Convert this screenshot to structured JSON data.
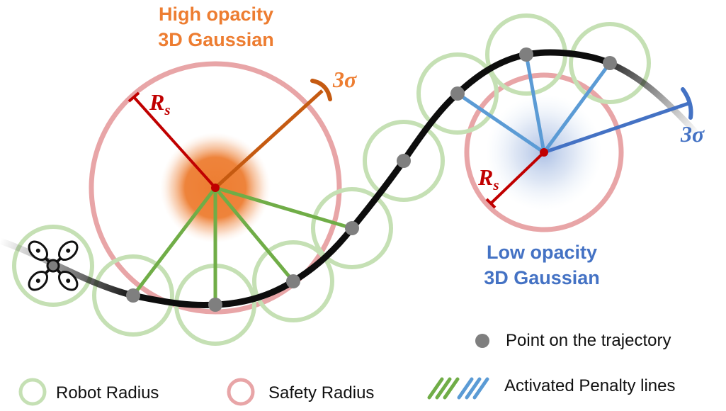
{
  "colors": {
    "orange": "#ED7D31",
    "orange_dark": "#C55A11",
    "blue": "#4472C4",
    "light_blue": "#5B9BD5",
    "robot_green": "#C5E0B4",
    "penalty_green": "#70AD47",
    "safety_pink": "#E8A5A7",
    "dark_red": "#C00000",
    "point_gray": "#7F7F7F",
    "trajectory": "#0D0D0D"
  },
  "high_gaussian": {
    "title_line1": "High opacity",
    "title_line2": "3D Gaussian",
    "radius_symbol": "R",
    "radius_subscript": "s",
    "sigma_label": "3σ"
  },
  "low_gaussian": {
    "title_line1": "Low opacity",
    "title_line2": "3D Gaussian",
    "radius_symbol": "R",
    "radius_subscript": "s",
    "sigma_label": "3σ"
  },
  "legend": {
    "point": "Point on the trajectory",
    "robot_radius": "Robot Radius",
    "safety_radius": "Safety Radius",
    "penalty_lines": "Activated Penalty lines"
  },
  "icons": {
    "robot": "quadrotor-drone-icon"
  }
}
